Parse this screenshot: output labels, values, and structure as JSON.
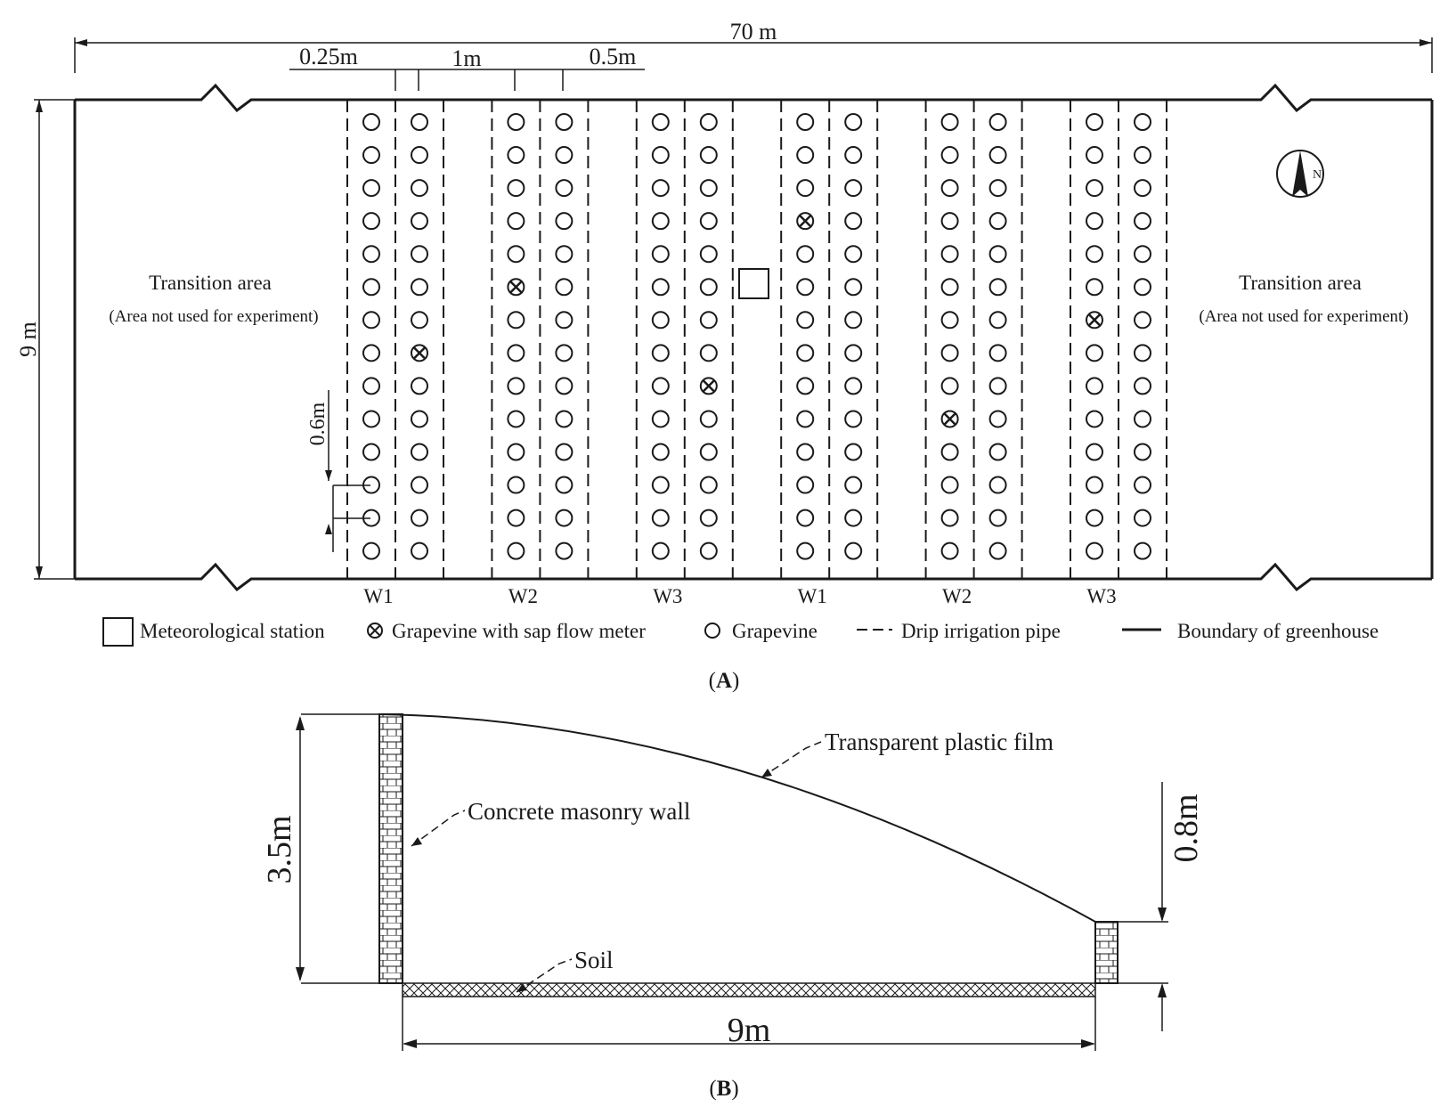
{
  "panel_a": {
    "dimensions": {
      "total_length": "70 m",
      "width": "9 m",
      "spacing_small": "0.25m",
      "spacing_row": "1m",
      "spacing_path": "0.5m",
      "spacing_vine": "0.6m"
    },
    "transition_left": {
      "title": "Transition area",
      "note": "(Area not used for experiment)"
    },
    "transition_right": {
      "title": "Transition area",
      "note": "(Area not used for experiment)"
    },
    "compass": "N",
    "plots": [
      "W1",
      "W2",
      "W3",
      "W1",
      "W2",
      "W3"
    ],
    "rows_per_column": 14,
    "sap_flow_meter_vines": [
      {
        "plot": "W1",
        "column": 2,
        "row": 8
      },
      {
        "plot": "W2",
        "column": 1,
        "row": 6
      },
      {
        "plot": "W3",
        "column": 2,
        "row": 9
      },
      {
        "plot": "W1",
        "column": 1,
        "row": 4
      },
      {
        "plot": "W2",
        "column": 1,
        "row": 10
      },
      {
        "plot": "W3",
        "column": 1,
        "row": 7
      }
    ],
    "legend": {
      "station": "Meteorological station",
      "sap": "Grapevine with sap flow meter",
      "vine": "Grapevine",
      "pipe": "Drip irrigation pipe",
      "boundary": "Boundary of greenhouse"
    },
    "caption_open": "(",
    "caption_letter": "A",
    "caption_close": ")"
  },
  "panel_b": {
    "height": "3.5m",
    "front_height": "0.8m",
    "width": "9m",
    "film": "Transparent plastic film",
    "wall": "Concrete masonry wall",
    "soil": "Soil",
    "caption_open": "(",
    "caption_letter": "B",
    "caption_close": ")"
  }
}
